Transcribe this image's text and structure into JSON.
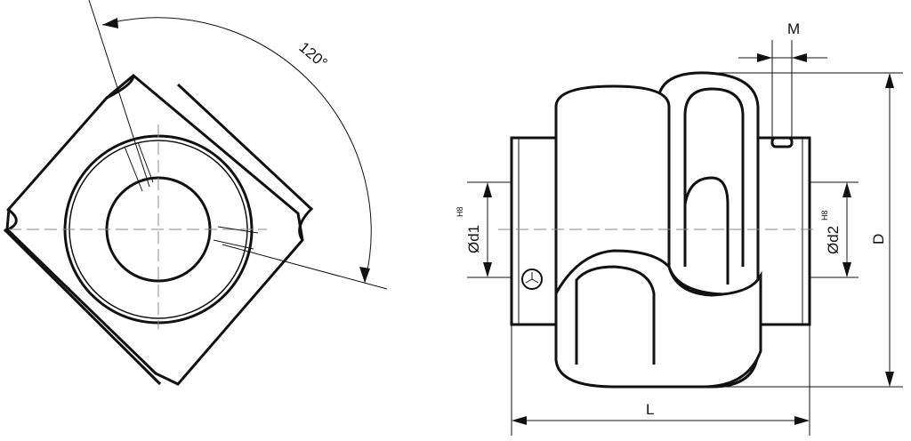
{
  "labels": {
    "angle": "120°",
    "m": "M",
    "d1": "Ød1",
    "d1_tol": "H8",
    "d2": "Ød2",
    "d2_tol": "H8",
    "d": "D",
    "l": "L"
  }
}
